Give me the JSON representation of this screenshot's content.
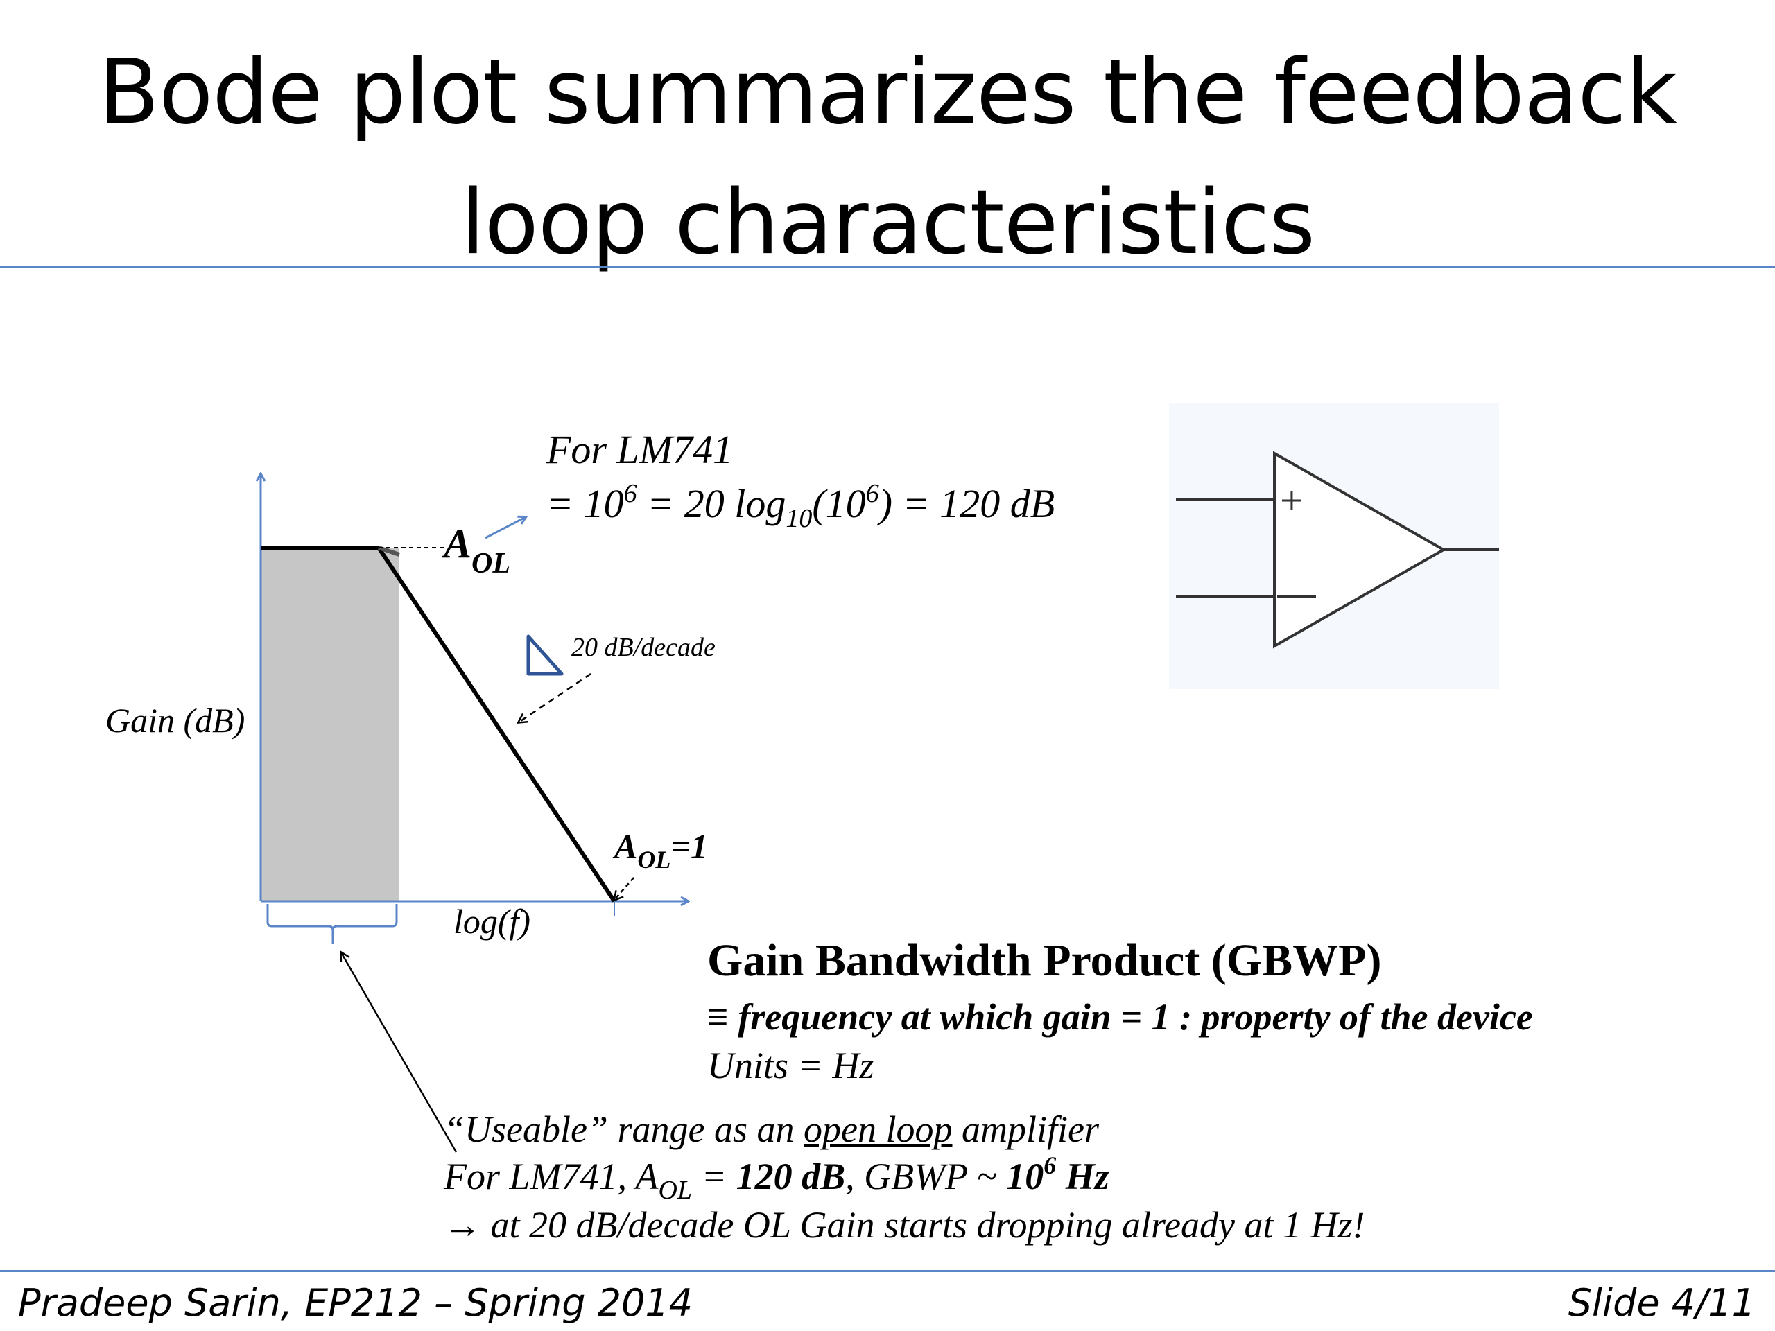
{
  "slide": {
    "title_line1": "Bode plot summarizes the feedback",
    "title_line2": "loop characteristics"
  },
  "diagram": {
    "y_axis_label": "Gain (dB)",
    "x_axis_label": "log(f)",
    "aol_label": "A",
    "aol_sub": "OL",
    "unity_label_a": "A",
    "unity_label_sub": "OL",
    "unity_label_tail": "=1",
    "slope_label": "20 dB/decade",
    "lm741": {
      "line1": "For LM741",
      "line2_a": "= 10",
      "line2_a_sup": "6",
      "line2_b": " = 20 log",
      "line2_b_sub": "10",
      "line2_c": "(10",
      "line2_c_sup": "6",
      "line2_d": ") = 120 dB"
    },
    "opamp": {
      "plus": "+",
      "minus": "−"
    }
  },
  "gbwp": {
    "heading": "Gain Bandwidth Product (GBWP)",
    "definition": "≡ frequency at which gain = 1 : property of the device",
    "units": "Units = Hz"
  },
  "note": {
    "line1_pre": "“Useable” range as an ",
    "line1_link": "open loop",
    "line1_post": " amplifier",
    "line2_a": "For LM741, A",
    "line2_sub": "OL",
    "line2_b": " = ",
    "line2_bold1": "120 dB",
    "line2_c": ", GBWP ~ ",
    "line2_bold2": "10",
    "line2_bold2_sup": "6",
    "line2_bold2_tail": " Hz",
    "line3": "→ at 20 dB/decade OL Gain starts dropping already at 1 Hz!"
  },
  "footer": {
    "left": "Pradeep Sarin, EP212 – Spring 2014",
    "right": "Slide 4/11"
  },
  "colors": {
    "accent": "#5b85c9",
    "shade": "#c6c6c6",
    "curve": "#000000"
  }
}
